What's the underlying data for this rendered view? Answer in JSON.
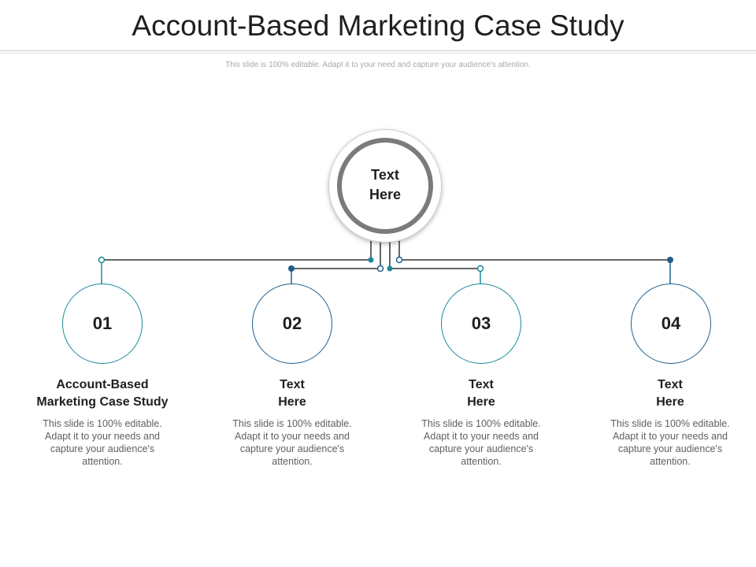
{
  "title": "Account-Based Marketing Case Study",
  "subtitle": "This slide is 100% editable. Adapt it to your need and capture your audience's attention.",
  "hub": {
    "label_line1": "Text",
    "label_line2": "Here"
  },
  "colors": {
    "teal": "#1a8a9a",
    "blue": "#1f5f8e",
    "line": "#333333",
    "ring": "#7b7b7b"
  },
  "items": [
    {
      "number": "01",
      "heading_line1": "Account-Based",
      "heading_line2": "Marketing Case Study",
      "description": "This slide is 100% editable. Adapt it to your needs and capture your audience's attention."
    },
    {
      "number": "02",
      "heading_line1": "Text",
      "heading_line2": "Here",
      "description": "This slide is 100% editable. Adapt it to your needs and capture your audience's attention."
    },
    {
      "number": "03",
      "heading_line1": "Text",
      "heading_line2": "Here",
      "description": "This slide is 100% editable. Adapt it to your needs and capture your audience's attention."
    },
    {
      "number": "04",
      "heading_line1": "Text",
      "heading_line2": "Here",
      "description": "This slide is 100% editable. Adapt it to your needs and capture your audience's attention."
    }
  ]
}
